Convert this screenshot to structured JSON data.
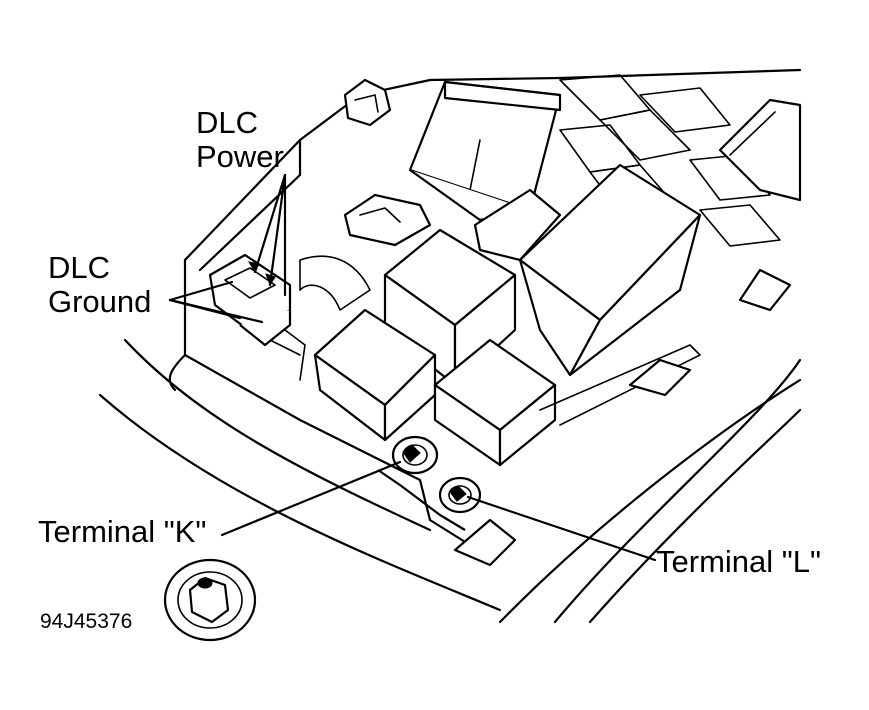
{
  "labels": {
    "dlc_power": [
      "DLC",
      "Power"
    ],
    "dlc_ground": [
      "DLC",
      "Ground"
    ],
    "terminal_k": "Terminal \"K\"",
    "terminal_l": "Terminal \"L\"",
    "figure_id": "94J45376"
  }
}
